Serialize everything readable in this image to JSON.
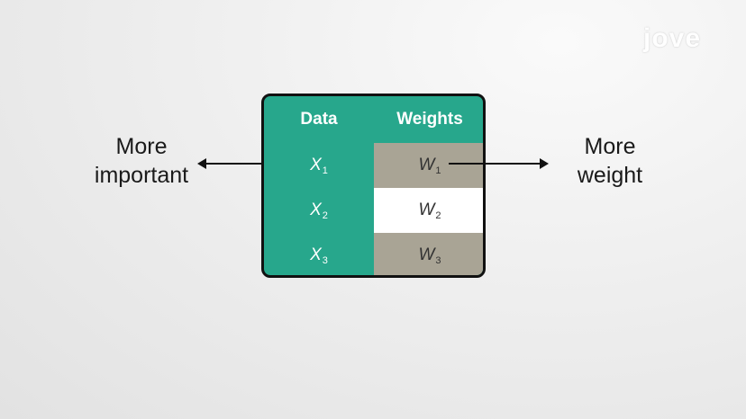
{
  "logo": {
    "text": "jove"
  },
  "left_label": {
    "line1": "More",
    "line2": "important"
  },
  "right_label": {
    "line1": "More",
    "line2": "weight"
  },
  "table": {
    "headers": {
      "data": "Data",
      "weights": "Weights"
    },
    "rows": [
      {
        "data_var": "X",
        "data_sub": "1",
        "weight_var": "W",
        "weight_sub": "1",
        "weight_bg": "#a9a495"
      },
      {
        "data_var": "X",
        "data_sub": "2",
        "weight_var": "W",
        "weight_sub": "2",
        "weight_bg": "#ffffff"
      },
      {
        "data_var": "X",
        "data_sub": "3",
        "weight_var": "W",
        "weight_sub": "3",
        "weight_bg": "#a9a495"
      }
    ]
  },
  "colors": {
    "teal": "#27a78c",
    "gray_cell": "#a9a495",
    "white_cell": "#ffffff",
    "border": "#111111"
  }
}
